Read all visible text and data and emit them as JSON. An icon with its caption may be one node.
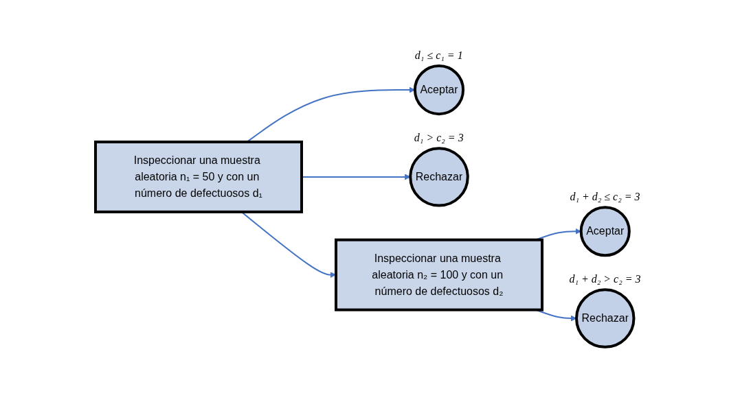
{
  "diagram": {
    "nodes": [
      {
        "text": [
          "Inspeccionar una muestra aleatoria n₁ = 50 y con un número de defectuosos d₁"
        ]
      },
      {
        "text": [
          "Aceptar"
        ],
        "beside": [
          "d₁ ≤ c₁ = 1"
        ]
      },
      {
        "text": [
          "Rechazar"
        ],
        "beside": [
          "d₁ > c₂ = 3"
        ]
      },
      {
        "text": [
          "Inspeccionar una muestra aleatoria n₂ = 100 y con un número de defectuosos d₂"
        ]
      },
      {
        "text": [
          "Aceptar"
        ],
        "beside": [
          "d₁ + d₂ ≤ c₂ = 3"
        ]
      },
      {
        "text": [
          "Rechazar"
        ],
        "beside": [
          "d₁ + d₂ > c₂ = 3"
        ]
      }
    ],
    "edges": [
      {
        "from": 0,
        "to": 1,
        "arrow": "to"
      },
      {
        "from": 0,
        "to": 2,
        "arrow": "to"
      },
      {
        "from": 0,
        "to": 3,
        "arrow": "to"
      },
      {
        "from": 3,
        "to": 4,
        "arrow": "to"
      },
      {
        "from": 3,
        "to": 5,
        "arrow": "to"
      }
    ]
  }
}
